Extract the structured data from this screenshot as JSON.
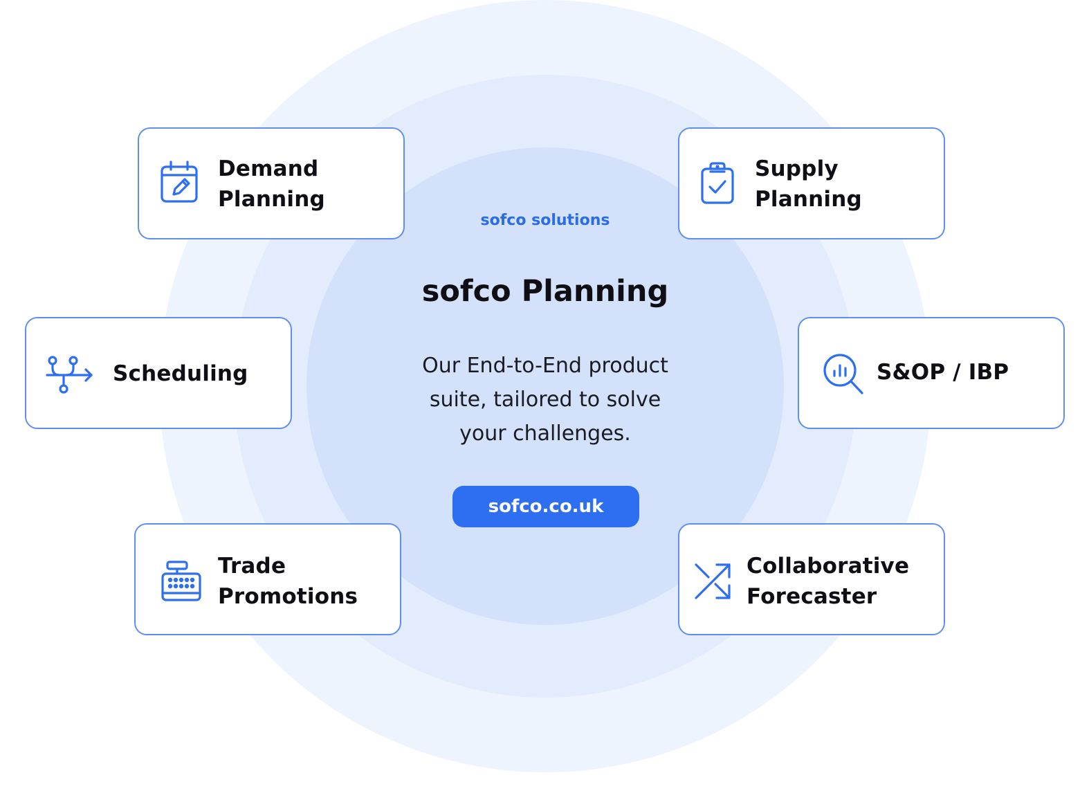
{
  "header": {
    "eyebrow": "sofco solutions",
    "title": "sofco Planning",
    "description_lines": [
      "Our End-to-End product",
      "suite, tailored to solve",
      "your challenges."
    ]
  },
  "cta": {
    "label": "sofco.co.uk"
  },
  "colors": {
    "accent": "#2d6ff0",
    "card_border": "#5f8ef0",
    "ring_outer": "#eef4fe",
    "ring_middle": "#e3ecfc",
    "ring_inner": "#d3e1fb"
  },
  "modules": [
    {
      "label": "Demand\nPlanning",
      "icon": "calendar-edit-icon"
    },
    {
      "label": "Supply\nPlanning",
      "icon": "clipboard-check-icon"
    },
    {
      "label": "Scheduling",
      "icon": "flow-branch-icon"
    },
    {
      "label": "S&OP / IBP",
      "icon": "chart-search-icon"
    },
    {
      "label": "Trade\nPromotions",
      "icon": "cash-register-icon"
    },
    {
      "label": "Collaborative\nForecaster",
      "icon": "shuffle-arrows-icon"
    }
  ]
}
